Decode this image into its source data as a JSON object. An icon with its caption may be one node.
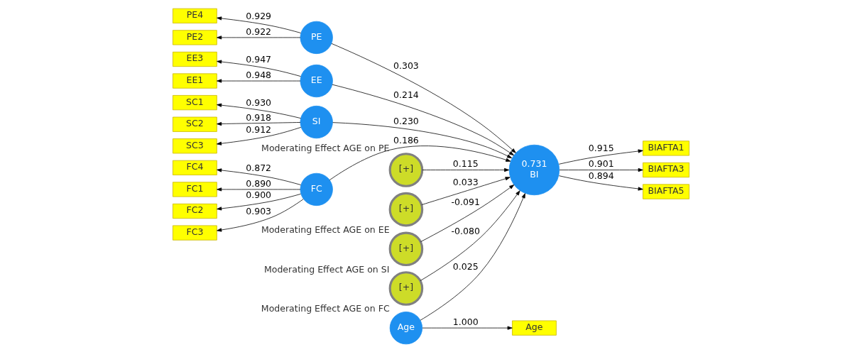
{
  "diagram": {
    "nodes": [
      {
        "text": [
          "PE"
        ]
      },
      {
        "text": [
          "PE2"
        ]
      },
      {
        "text": [
          "PE4"
        ]
      },
      {
        "text": [
          "EE"
        ]
      },
      {
        "text": [
          "EE1"
        ]
      },
      {
        "text": [
          "EE3"
        ]
      },
      {
        "text": [
          "SI"
        ]
      },
      {
        "text": [
          "SC1"
        ]
      },
      {
        "text": [
          "SC2"
        ]
      },
      {
        "text": [
          "SC3"
        ]
      },
      {
        "text": [
          "FC"
        ]
      },
      {
        "text": [
          "FC1"
        ]
      },
      {
        "text": [
          "FC2"
        ]
      },
      {
        "text": [
          "FC3"
        ]
      },
      {
        "text": [
          "FC4"
        ]
      },
      {
        "text": [
          "[+]",
          "Moderating Effect AGE on PE"
        ]
      },
      {
        "text": [
          "[+]",
          "Moderating Effect AGE on EE"
        ]
      },
      {
        "text": [
          "0.731",
          "BI"
        ]
      },
      {
        "text": [
          "BIAFTA1"
        ]
      },
      {
        "text": [
          "BIAFTA3"
        ]
      },
      {
        "text": [
          "BIAFTA5"
        ]
      },
      {
        "text": [
          "Age"
        ]
      },
      {
        "text": [
          "Age"
        ]
      },
      {
        "text": [
          "[+]",
          "Moderating Effect AGE on SI"
        ]
      },
      {
        "text": [
          "[+]",
          "Moderating Effect AGE on FC"
        ]
      }
    ],
    "edges": [
      {
        "from": 0,
        "to": 1,
        "arrow": "to",
        "label": "0.922"
      },
      {
        "from": 0,
        "to": 2,
        "arrow": "to",
        "label": "0.929"
      },
      {
        "from": 3,
        "to": 4,
        "arrow": "to",
        "label": "0.948"
      },
      {
        "from": 3,
        "to": 5,
        "arrow": "to",
        "label": "0.947"
      },
      {
        "from": 6,
        "to": 7,
        "arrow": "to",
        "label": "0.930"
      },
      {
        "from": 6,
        "to": 8,
        "arrow": "to",
        "label": "0.918"
      },
      {
        "from": 6,
        "to": 9,
        "arrow": "to",
        "label": "0.912"
      },
      {
        "from": 10,
        "to": 11,
        "arrow": "to",
        "label": "0.890"
      },
      {
        "from": 10,
        "to": 12,
        "arrow": "to",
        "label": "0.900"
      },
      {
        "from": 10,
        "to": 13,
        "arrow": "to",
        "label": "0.903"
      },
      {
        "from": 10,
        "to": 14,
        "arrow": "to",
        "label": "0.872"
      },
      {
        "from": 0,
        "to": 17,
        "arrow": "to",
        "label": "0.303"
      },
      {
        "from": 3,
        "to": 17,
        "arrow": "to",
        "label": "0.214"
      },
      {
        "from": 6,
        "to": 17,
        "arrow": "to",
        "label": "0.230"
      },
      {
        "from": 10,
        "to": 17,
        "arrow": "to",
        "label": "0.186"
      },
      {
        "from": 15,
        "to": 17,
        "arrow": "to",
        "label": "0.115"
      },
      {
        "from": 16,
        "to": 17,
        "arrow": "to",
        "label": "0.033"
      },
      {
        "from": 21,
        "to": 17,
        "arrow": "to",
        "label": "0.025"
      },
      {
        "from": 23,
        "to": 17,
        "arrow": "to",
        "label": "-0.091"
      },
      {
        "from": 24,
        "to": 17,
        "arrow": "to",
        "label": "-0.080"
      },
      {
        "from": 17,
        "to": 18,
        "arrow": "to",
        "label": "0.915"
      },
      {
        "from": 17,
        "to": 19,
        "arrow": "to",
        "label": "0.901"
      },
      {
        "from": 17,
        "to": 20,
        "arrow": "to",
        "label": "0.894"
      },
      {
        "from": 21,
        "to": 22,
        "arrow": "to",
        "label": "1.000"
      }
    ]
  }
}
